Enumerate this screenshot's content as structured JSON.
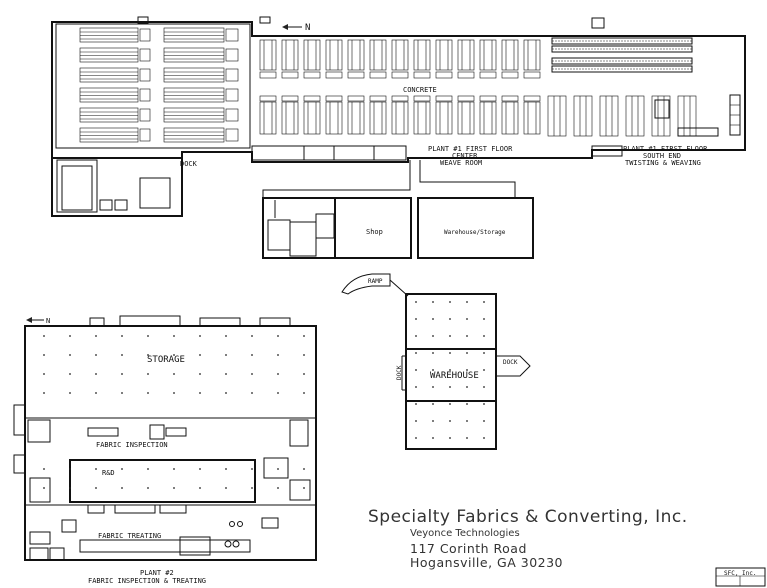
{
  "north_top": "N",
  "north_left": "N",
  "plant1": {
    "concrete": "CONCRETE",
    "dock": "DOCK",
    "center_title": "PLANT #1 FIRST FLOOR",
    "center_sub1": "CENTER",
    "center_sub2": "WEAVE ROOM",
    "south_title": "PLANT #1 FIRST FLOOR",
    "south_sub1": "SOUTH END",
    "south_sub2": "TWISTING & WEAVING"
  },
  "annex": {
    "shop": "Shop",
    "warehouse_storage": "Warehouse/Storage",
    "ramp": "RAMP"
  },
  "warehouse": {
    "label": "WAREHOUSE",
    "dock_right": "DOCK",
    "dock_left": "DOCK"
  },
  "plant2": {
    "storage": "STORAGE",
    "fabric_inspection": "FABRIC INSPECTION",
    "rd": "R&D",
    "fabric_treating": "FABRIC TREATING",
    "footer1": "PLANT #2",
    "footer2": "FABRIC INSPECTION & TREATING"
  },
  "company": {
    "name": "Specialty Fabrics & Converting, Inc.",
    "parent": "Veyonce Technologies",
    "street": "117 Corinth Road",
    "city": "Hogansville, GA   30230"
  },
  "titleblock": {
    "name": "SFC, Inc."
  }
}
